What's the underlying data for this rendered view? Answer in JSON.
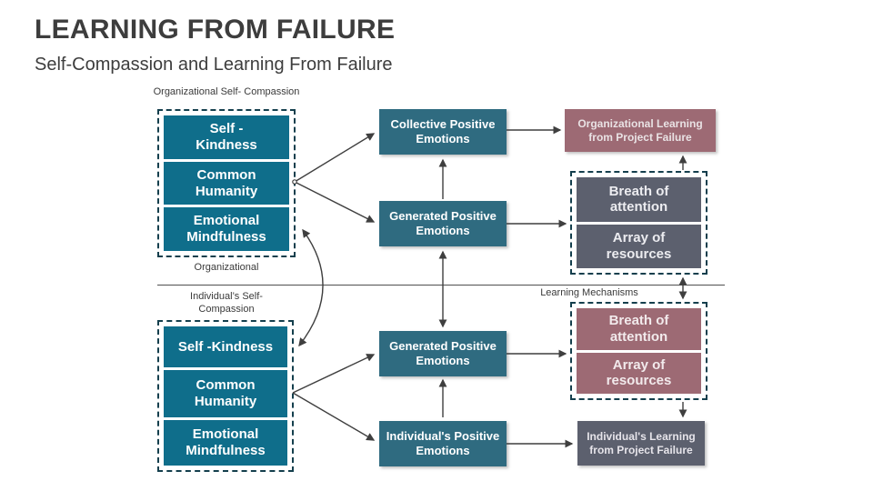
{
  "title": "LEARNING FROM FAILURE",
  "subtitle": "Self-Compassion and Learning From Failure",
  "labels": {
    "org_group": "Organizational Self- Compassion",
    "org_caption": "Organizational",
    "ind_group": "Individual’s Self-\nCompassion",
    "learning_mechanisms": "Learning Mechanisms"
  },
  "boxes": {
    "org_self_kindness": "Self -\nKindness",
    "org_common_humanity": "Common\nHumanity",
    "org_emotional_mindfulness": "Emotional\nMindfulness",
    "collective_positive_emotions": "Collective Positive\nEmotions",
    "org_generated_positive_emotions": "Generated Positive\nEmotions",
    "org_learning_from_failure": "Organizational Learning\nfrom Project Failure",
    "org_breath_of_attention": "Breath of\nattention",
    "org_array_of_resources": "Array of\nresources",
    "ind_self_kindness": "Self -Kindness",
    "ind_common_humanity": "Common\nHumanity",
    "ind_emotional_mindfulness": "Emotional\nMindfulness",
    "ind_generated_positive_emotions": "Generated Positive\nEmotions",
    "ind_positive_emotions": "Individual's Positive\nEmotions",
    "ind_breath_of_attention": "Breath of\nattention",
    "ind_array_of_resources": "Array of\nresources",
    "ind_learning_from_failure": "Individual's Learning\nfrom Project Failure"
  },
  "colors": {
    "teal": "#0f6e8b",
    "tealMid": "#2f6b80",
    "mauve": "#9d6a74",
    "slate": "#5c606e",
    "dash": "#143f4d",
    "ink": "#3d3d3d",
    "arrow": "#3f3f3f",
    "lightText": "#e9e2e4"
  }
}
